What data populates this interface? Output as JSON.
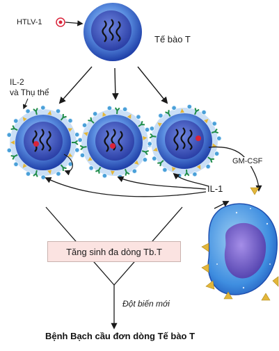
{
  "labels": {
    "htlv": "HTLV-1",
    "t_cell": "Tế bào T",
    "il2_line1": "IL-2",
    "il2_line2": "và Thụ thể",
    "gm_csf": "GM-CSF",
    "il1": "IL-1",
    "proliferation": "Tăng sinh đa dòng Tb.T",
    "mutation": "Đột biến mới",
    "disease": "Bệnh Bạch cầu đơn dòng Tế bào T"
  },
  "colors": {
    "cell_outer": "#2f5fd0",
    "cell_inner": "#3e5ec8",
    "cell_light": "#9fc4ee",
    "receptor_green": "#1e8c48",
    "receptor_blue": "#4aa0d8",
    "cytokine_gold": "#e3b63a",
    "virus_red": "#d9233a",
    "box_fill": "#fbe3e1",
    "arrow": "#1a1a1a"
  }
}
